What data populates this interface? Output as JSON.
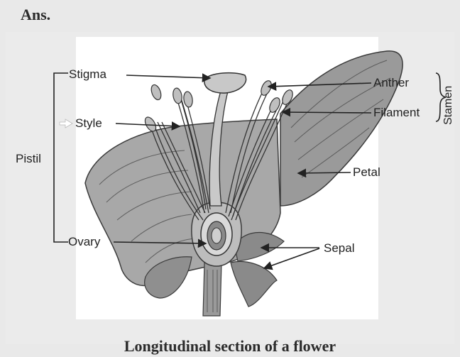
{
  "header": {
    "ans": "Ans."
  },
  "labels": {
    "stigma": "Stigma",
    "style": "Style",
    "pistil": "Pistil",
    "ovary": "Ovary",
    "anther": "Anther",
    "filament": "Filament",
    "stamen": "Stamen",
    "petal": "Petal",
    "sepal": "Sepal"
  },
  "caption": "Longitudinal section of a flower"
}
